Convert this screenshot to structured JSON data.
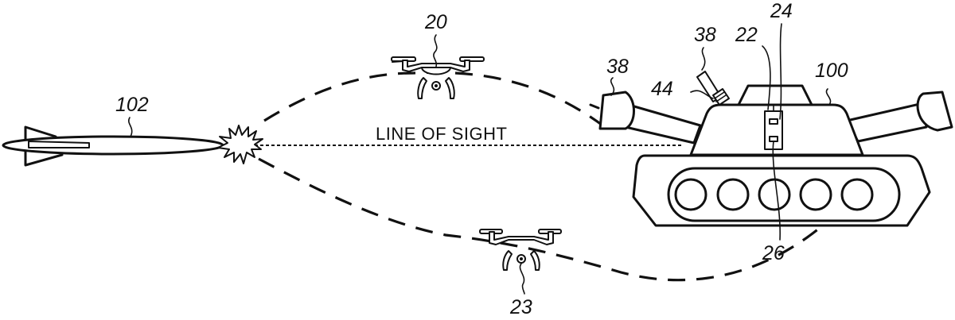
{
  "figure": {
    "caption": "LINE OF SIGHT",
    "labels": {
      "missile": "102",
      "drone_upper": "20",
      "drone_lower": "23",
      "deflector_left": "38",
      "deflector_top": "38",
      "mount": "44",
      "sensor_unit": "22",
      "sensor_a": "24",
      "sensor_b": "26",
      "vehicle": "100"
    },
    "elements": {
      "missile": "missile",
      "explosion": "intercept-burst",
      "drone_upper": "quadcopter-drone",
      "drone_lower": "quadcopter-drone",
      "vehicle": "tank",
      "wheels": 5,
      "path_upper": "dashed-trajectory",
      "path_lower": "dashed-trajectory",
      "line_of_sight": "dotted-line"
    }
  }
}
